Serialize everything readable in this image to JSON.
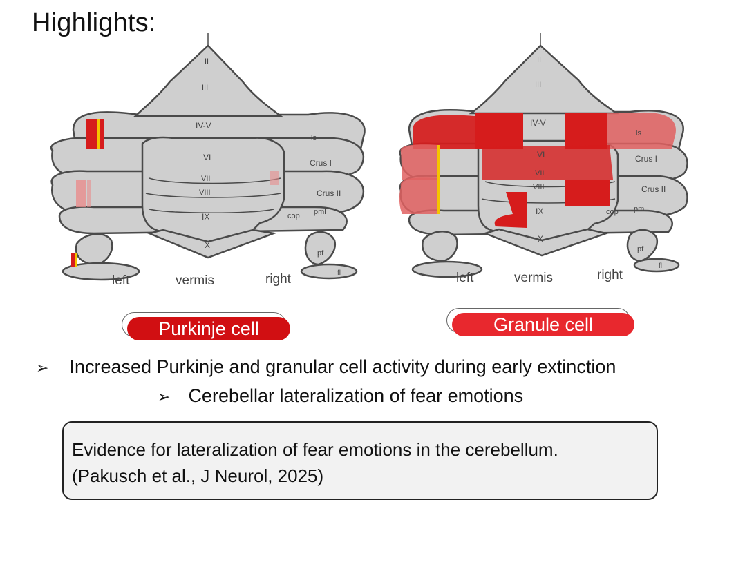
{
  "heading": "Highlights:",
  "diagrams": [
    {
      "id": "left",
      "cell_label": "Purkinje cell",
      "cell_color": "#d10f12",
      "lobule_labels": [
        "II",
        "III",
        "IV-V",
        "VI",
        "VII",
        "VIII",
        "IX",
        "X"
      ],
      "hemisphere_labels": [
        "ls",
        "Crus I",
        "Crus II",
        "pml",
        "cop",
        "pf",
        "fl"
      ],
      "side_labels": {
        "left": "left",
        "vermis": "vermis",
        "right": "right"
      }
    },
    {
      "id": "right",
      "cell_label": "Granule cell",
      "cell_color": "#e8282e",
      "lobule_labels": [
        "II",
        "III",
        "IV-V",
        "VI",
        "VII",
        "VIII",
        "IX",
        "X"
      ],
      "hemisphere_labels": [
        "ls",
        "Crus I",
        "Crus II",
        "pml",
        "cop",
        "pf",
        "fl"
      ],
      "side_labels": {
        "left": "left",
        "vermis": "vermis",
        "right": "right"
      }
    }
  ],
  "bullets": [
    "Increased Purkinje and granular cell activity during early extinction",
    "Cerebellar lateralization of fear emotions"
  ],
  "bullet_marker": "➢",
  "evidence": {
    "line1": "Evidence for lateralization of fear emotions in the cerebellum.",
    "line2": "(Pakusch et al., J Neurol, 2025)"
  },
  "colors": {
    "structure_fill": "#cfcfcf",
    "structure_stroke": "#4a4a4a",
    "activity_strong": "#d61c1c",
    "activity_light": "#e88c8c",
    "activity_edge": "#f5c400"
  }
}
